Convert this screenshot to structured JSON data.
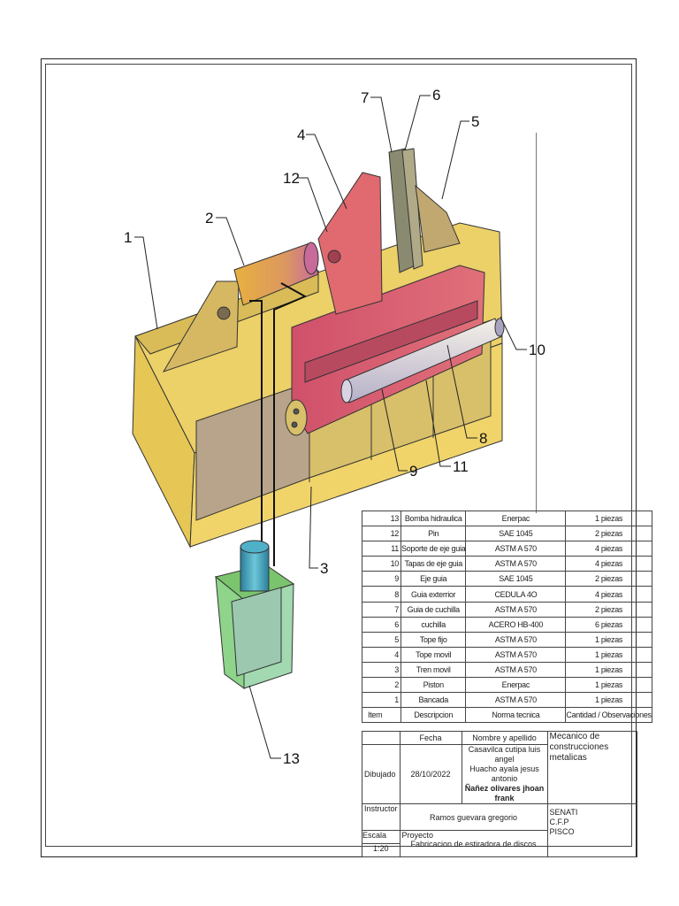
{
  "callouts": [
    "1",
    "2",
    "3",
    "4",
    "5",
    "6",
    "7",
    "8",
    "9",
    "10",
    "11",
    "12",
    "13"
  ],
  "bom": {
    "rows": [
      {
        "item": "13",
        "description": "Bomba hidraulica",
        "standard": "Enerpac",
        "quantity": "1 piezas"
      },
      {
        "item": "12",
        "description": "Pin",
        "standard": "SAE 1045",
        "quantity": "2 piezas"
      },
      {
        "item": "11",
        "description": "Soporte de eje guia",
        "standard": "ASTM A 570",
        "quantity": "4 piezas"
      },
      {
        "item": "10",
        "description": "Tapas de eje guia",
        "standard": "ASTM A 570",
        "quantity": "4 piezas"
      },
      {
        "item": "9",
        "description": "Eje guia",
        "standard": "SAE 1045",
        "quantity": "2 piezas"
      },
      {
        "item": "8",
        "description": "Guia exterrior",
        "standard": "CEDULA 4O",
        "quantity": "4 piezas"
      },
      {
        "item": "7",
        "description": "Guia de cuchilla",
        "standard": "ASTM A 570",
        "quantity": "2 piezas"
      },
      {
        "item": "6",
        "description": "cuchilla",
        "standard": "ACERO HB-400",
        "quantity": "6 piezas"
      },
      {
        "item": "5",
        "description": "Tope fijo",
        "standard": "ASTM A 570",
        "quantity": "1 piezas"
      },
      {
        "item": "4",
        "description": "Tope movil",
        "standard": "ASTM A 570",
        "quantity": "1 piezas"
      },
      {
        "item": "3",
        "description": "Tren movil",
        "standard": "ASTM A 570",
        "quantity": "1 piezas"
      },
      {
        "item": "2",
        "description": "Piston",
        "standard": "Enerpac",
        "quantity": "1 piezas"
      },
      {
        "item": "1",
        "description": "Bancada",
        "standard": "ASTM A 570",
        "quantity": "1 piezas"
      }
    ],
    "headers": {
      "item": "Item",
      "description": "Descripcion",
      "standard": "Norma tecnica",
      "quantity": "Cantidad / Observaciones"
    }
  },
  "title_block": {
    "fecha_label": "Fecha",
    "nombre_label": "Nombre y apellido",
    "dibujado_label": "Dibujado",
    "date": "28/10/2022",
    "name1": "Casavilca cutipa luis angel",
    "name2": "Huacho ayala jesus antonio",
    "name3": "Ñañez olivares jhoan frank",
    "course": "Mecanico de construcciones metalicas",
    "instructor_label": "Instructor",
    "instructor": "Ramos guevara gregorio",
    "escala_label": "Escala",
    "scale": "1:20",
    "proyecto_label": "Proyecto",
    "project": "Fabricacion de estiradora de discos",
    "school1": "SENATI",
    "school2": "C.F.P",
    "school3": "PISCO"
  },
  "colors": {
    "frame": "#e7c85a",
    "slide": "#d9586a",
    "pump_box": "#9fd8a8",
    "motor": "#3fa0b8",
    "cylinder": "#d8a03c"
  }
}
